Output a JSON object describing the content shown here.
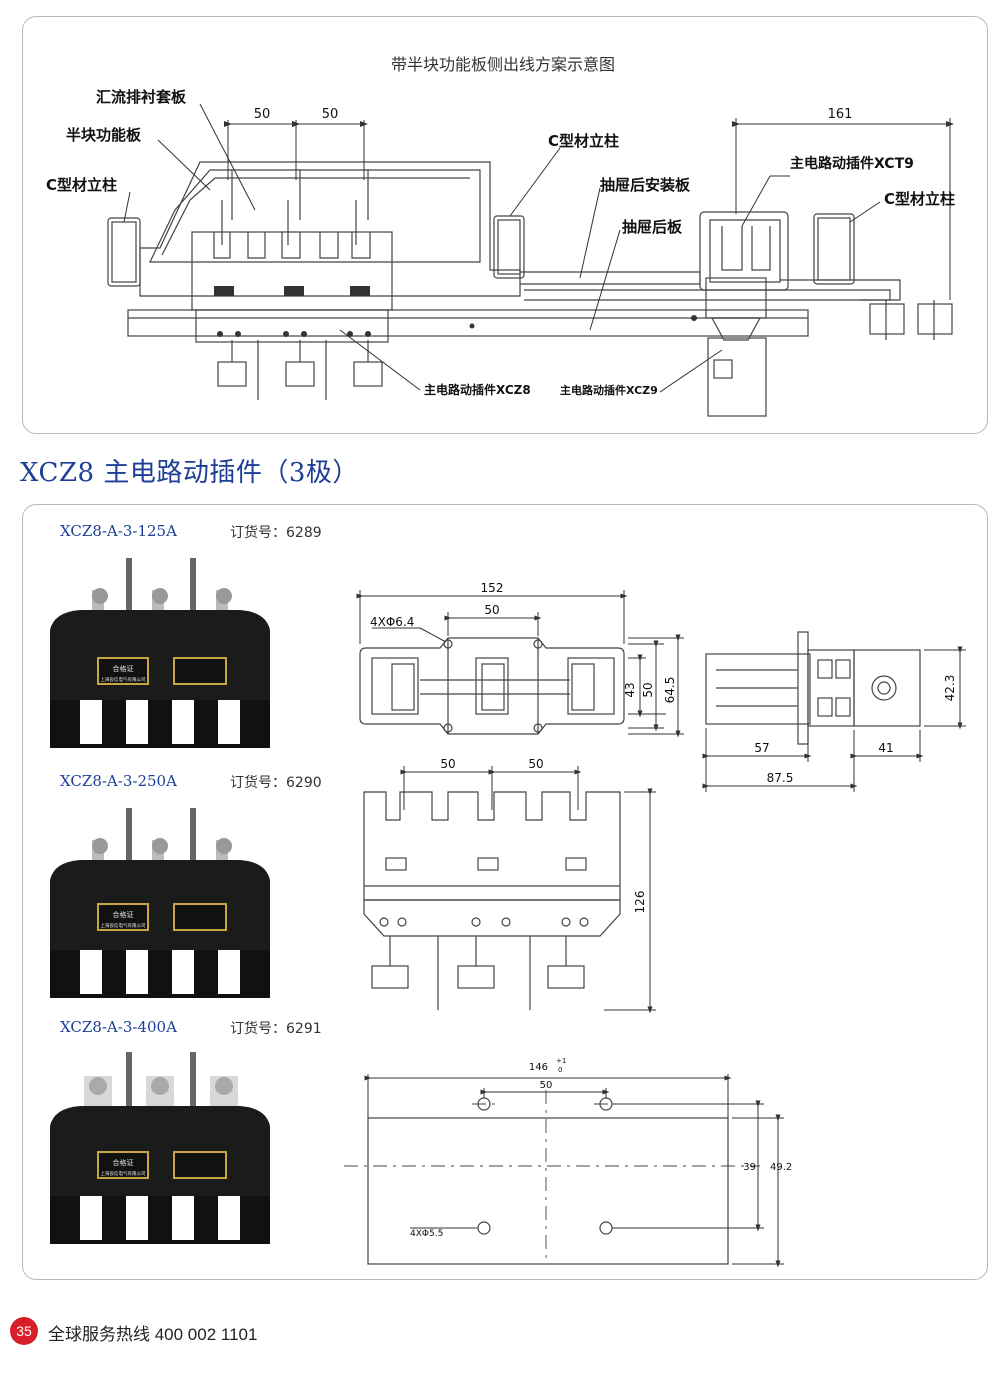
{
  "diagram": {
    "title": "带半块功能板侧出线方案示意图",
    "labels": {
      "busbar_sleeve": "汇流排衬套板",
      "half_board": "半块功能板",
      "c_column_left": "C型材立柱",
      "c_column_mid": "C型材立柱",
      "c_column_right": "C型材立柱",
      "plug_xct9": "主电路动插件XCT9",
      "drawer_mount_plate": "抽屉后安装板",
      "drawer_rear_plate": "抽屉后板",
      "plug_xcz8": "主电路动插件XCZ8",
      "plug_xcz9": "主电路动插件XCZ9"
    },
    "dims": {
      "d50a": "50",
      "d50b": "50",
      "d161": "161"
    }
  },
  "section": {
    "title": "XCZ8 主电路动插件（3极）"
  },
  "products": [
    {
      "model": "XCZ8-A-3-125A",
      "order_label": "订货号：",
      "order_no": "6289"
    },
    {
      "model": "XCZ8-A-3-250A",
      "order_label": "订货号：",
      "order_no": "6290"
    },
    {
      "model": "XCZ8-A-3-400A",
      "order_label": "订货号：",
      "order_no": "6291"
    }
  ],
  "photo_text": {
    "cert": "合格证",
    "company": "上海良信电气有限公司"
  },
  "drawing_top": {
    "d152": "152",
    "d50": "50",
    "holes": "4XΦ6.4",
    "d43": "43",
    "d50v": "50",
    "d64": "64.5"
  },
  "drawing_side": {
    "d57": "57",
    "d41": "41",
    "d87": "87.5",
    "d42": "42.3"
  },
  "drawing_front": {
    "d50a": "50",
    "d50b": "50",
    "d126": "126"
  },
  "drawing_cutout": {
    "d146": "146",
    "tol_plus": "+1",
    "tol_zero": "0",
    "d50": "50",
    "d39": "39",
    "d49": "49.2",
    "holes": "4XΦ5.5"
  },
  "footer": {
    "page": "35",
    "hotline": "全球服务热线  400 002 1101"
  },
  "colors": {
    "accent": "#1c3f95",
    "badge": "#d81e2a",
    "product_body": "#1b1b1b"
  }
}
